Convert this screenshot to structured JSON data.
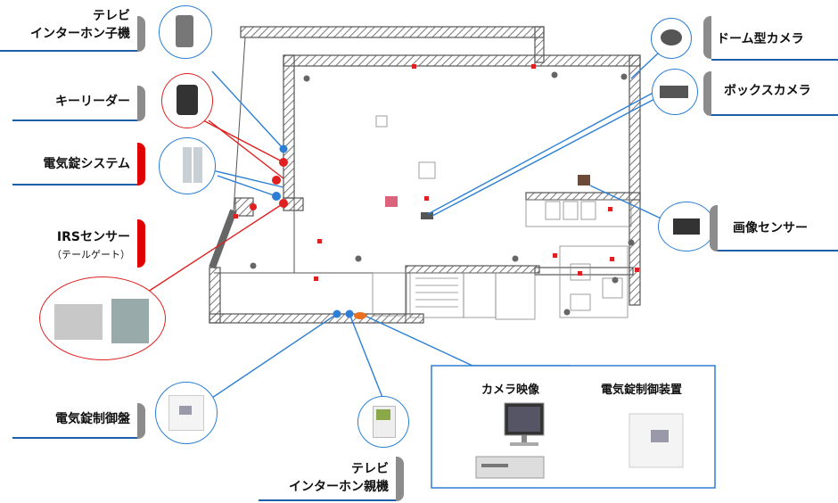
{
  "labels": {
    "tv_intercom_child": [
      "テレビ",
      "インターホン子機"
    ],
    "key_reader": "キーリーダー",
    "electric_lock_system": "電気錠システム",
    "irs_sensor": "IRSセンサー",
    "irs_sensor_sub": "（テールゲート）",
    "lock_control_panel": "電気錠制御盤",
    "tv_intercom_parent": [
      "テレビ",
      "インターホン親機"
    ],
    "dome_camera": "ドーム型カメラ",
    "box_camera": "ボックスカメラ",
    "image_sensor": "画像センサー",
    "camera_video": "カメラ映像",
    "lock_control_device": "電気錠制御装置"
  },
  "colors": {
    "blue_accent": "#2c7fd4",
    "red_accent": "#e02020",
    "gray_tab": "#8c8c8c",
    "blue_tab": "#1f5fa8",
    "red_tab": "#e00000"
  }
}
